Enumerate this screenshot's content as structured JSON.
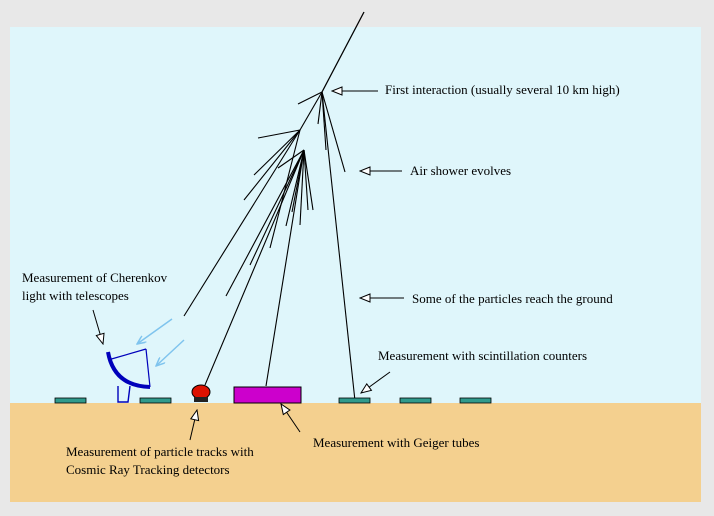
{
  "labels": {
    "first_interaction": "First interaction (usually several 10 km high)",
    "air_shower": "Air shower evolves",
    "reach_ground": "Some of the particles reach the ground",
    "scintillation": "Measurement with scintillation counters",
    "cherenkov_line1": "Measurement of Cherenkov",
    "cherenkov_line2": "light with telescopes",
    "tracking_line1": "Measurement of particle tracks with",
    "tracking_line2": "Cosmic Ray Tracking detectors",
    "geiger": "Measurement with Geiger tubes"
  },
  "colors": {
    "sky": "#dff6fb",
    "ground": "#f4d08f",
    "scintillator": "#2f9a8c",
    "geiger_tube": "#cc00cc",
    "telescope": "#0000bb",
    "cherenkov_light": "#7fc4ee",
    "tracking_detector": "#dd1100"
  }
}
